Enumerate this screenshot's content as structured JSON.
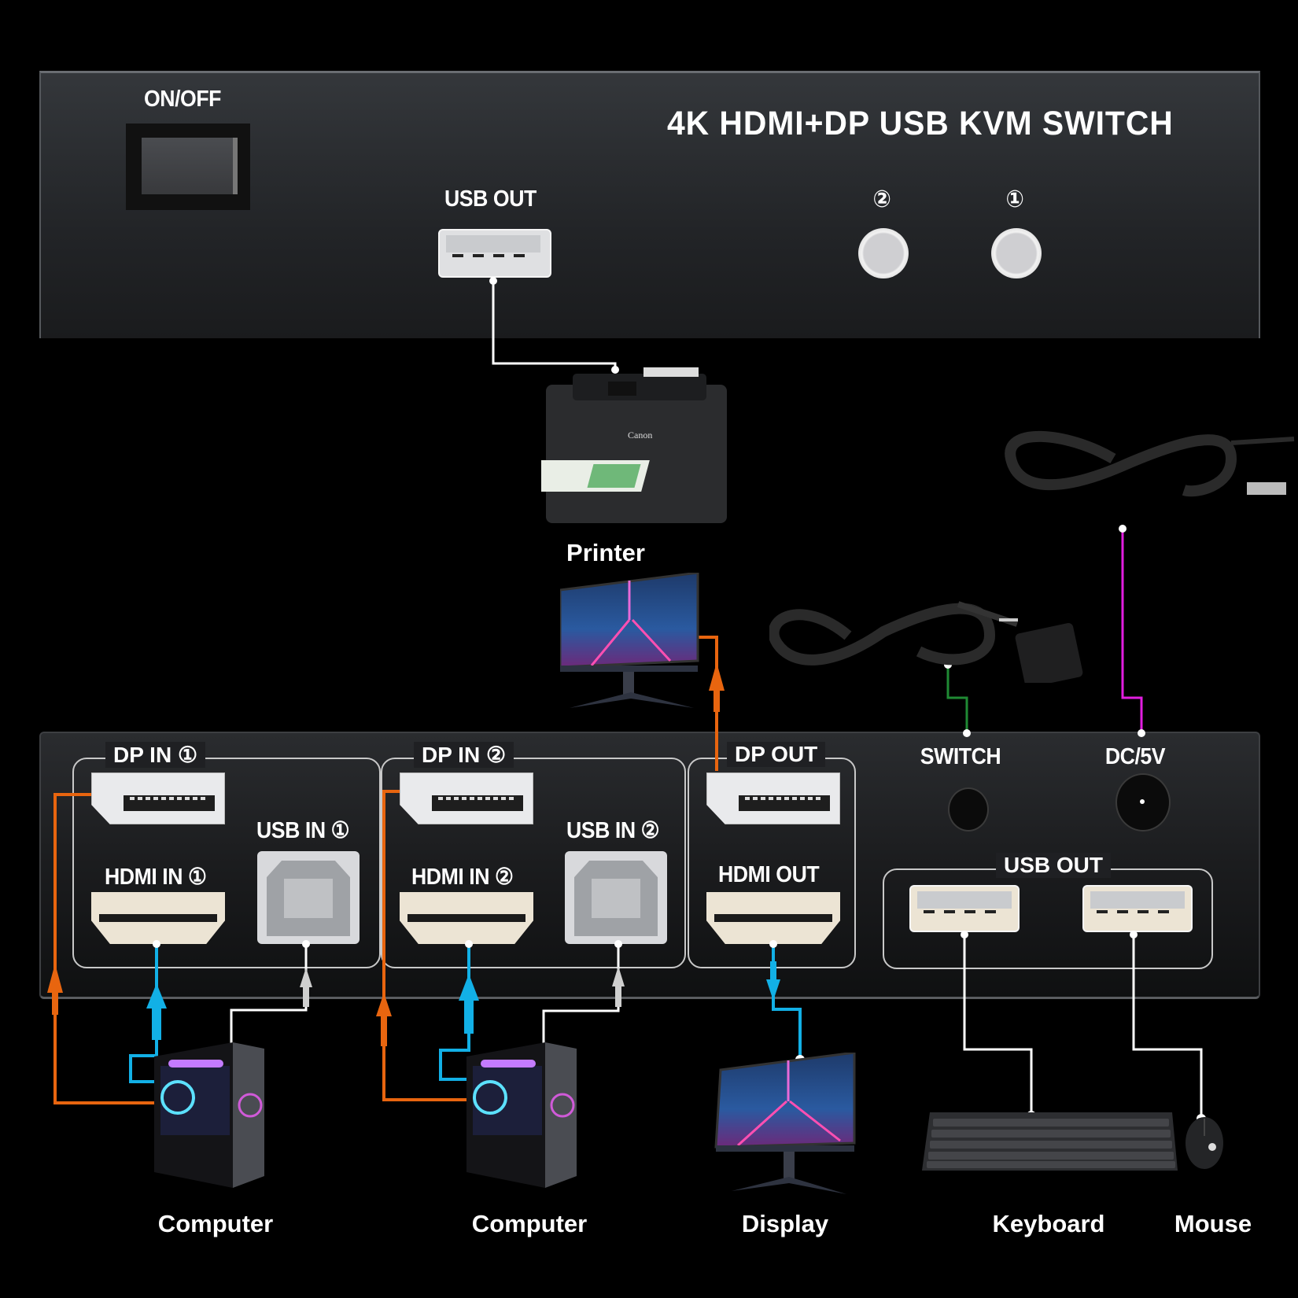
{
  "top_panel": {
    "title": "4K HDMI+DP USB KVM SWITCH",
    "power_label": "ON/OFF",
    "usb_out_label": "USB OUT",
    "button_labels": [
      "②",
      "①"
    ]
  },
  "bottom_panel": {
    "groups": [
      {
        "title": "DP IN ①",
        "usb_label": "USB IN ①",
        "hdmi_label": "HDMI IN ①"
      },
      {
        "title": "DP IN ②",
        "usb_label": "USB IN ②",
        "hdmi_label": "HDMI IN ②"
      },
      {
        "title": "DP OUT",
        "hdmi_label": "HDMI OUT"
      }
    ],
    "switch_label": "SWITCH",
    "dc_label": "DC/5V",
    "usb_out_group_label": "USB OUT"
  },
  "devices": {
    "printer": "Printer",
    "computer_1": "Computer",
    "computer_2": "Computer",
    "display": "Display",
    "keyboard": "Keyboard",
    "mouse": "Mouse"
  },
  "wire_colors": {
    "dp": "#e8650f",
    "hdmi": "#12b0e6",
    "usb": "#ffffff",
    "usb_arrow": "#cfcfcf",
    "switch": "#1f8a34",
    "power": "#e21ee0"
  }
}
